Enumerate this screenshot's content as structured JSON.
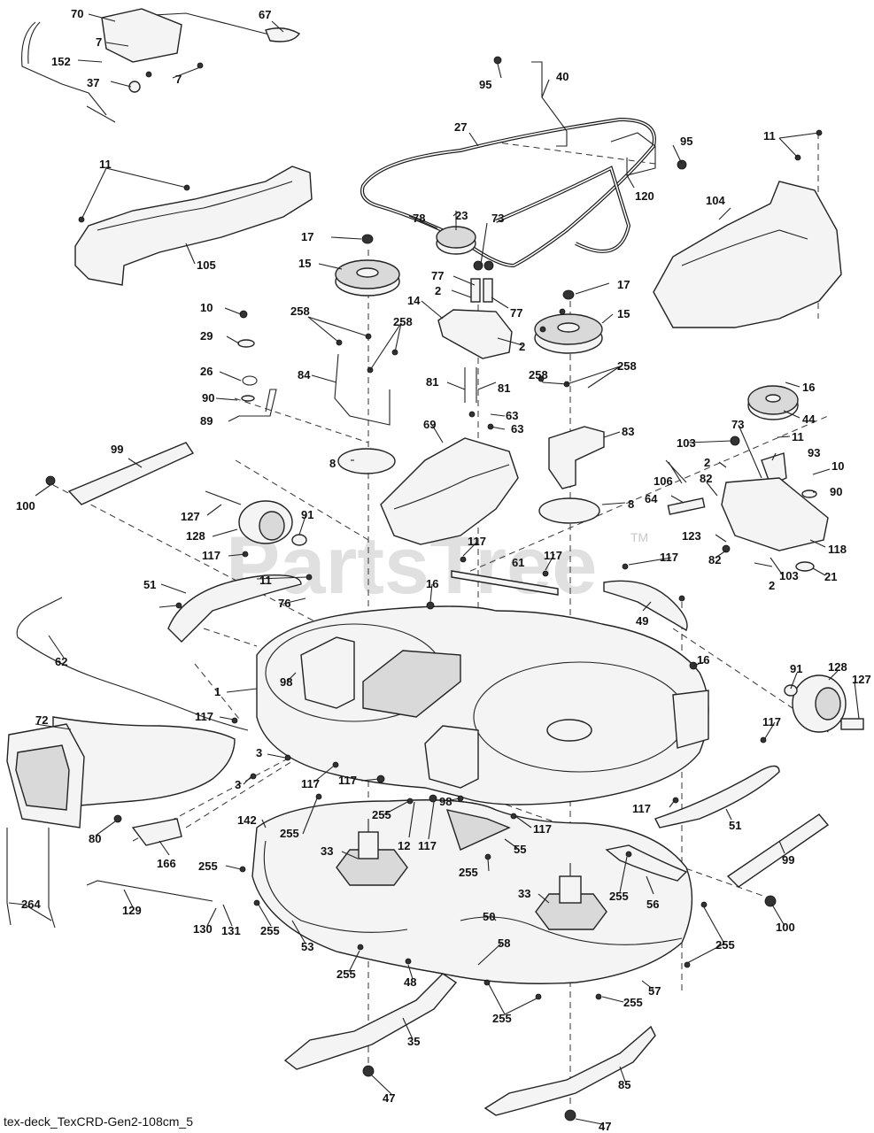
{
  "watermark": {
    "text": "PartsTree",
    "trademark": "TM"
  },
  "caption": "tex-deck_TexCRD-Gen2-108cm_5",
  "callouts": [
    {
      "id": "c70",
      "text": "70"
    },
    {
      "id": "c67",
      "text": "67"
    },
    {
      "id": "c7a",
      "text": "7"
    },
    {
      "id": "c152",
      "text": "152"
    },
    {
      "id": "c7b",
      "text": "7"
    },
    {
      "id": "c37",
      "text": "37"
    },
    {
      "id": "c95a",
      "text": "95"
    },
    {
      "id": "c40",
      "text": "40"
    },
    {
      "id": "c27",
      "text": "27"
    },
    {
      "id": "c95b",
      "text": "95"
    },
    {
      "id": "c11a",
      "text": "11"
    },
    {
      "id": "c11b",
      "text": "11"
    },
    {
      "id": "c120",
      "text": "120"
    },
    {
      "id": "c104",
      "text": "104"
    },
    {
      "id": "c23",
      "text": "23"
    },
    {
      "id": "c78",
      "text": "78"
    },
    {
      "id": "c73a",
      "text": "73"
    },
    {
      "id": "c105",
      "text": "105"
    },
    {
      "id": "c17a",
      "text": "17"
    },
    {
      "id": "c15a",
      "text": "15"
    },
    {
      "id": "c77a",
      "text": "77"
    },
    {
      "id": "c2a",
      "text": "2"
    },
    {
      "id": "c77b",
      "text": "77"
    },
    {
      "id": "c17b",
      "text": "17"
    },
    {
      "id": "c15b",
      "text": "15"
    },
    {
      "id": "c14",
      "text": "14"
    },
    {
      "id": "c2b",
      "text": "2"
    },
    {
      "id": "c10a",
      "text": "10"
    },
    {
      "id": "c258a",
      "text": "258"
    },
    {
      "id": "c258b",
      "text": "258"
    },
    {
      "id": "c29",
      "text": "29"
    },
    {
      "id": "c26",
      "text": "26"
    },
    {
      "id": "c84",
      "text": "84"
    },
    {
      "id": "c258c",
      "text": "258"
    },
    {
      "id": "c258d",
      "text": "258"
    },
    {
      "id": "c16a",
      "text": "16"
    },
    {
      "id": "c81a",
      "text": "81"
    },
    {
      "id": "c81b",
      "text": "81"
    },
    {
      "id": "c90a",
      "text": "90"
    },
    {
      "id": "c63a",
      "text": "63"
    },
    {
      "id": "c63b",
      "text": "63"
    },
    {
      "id": "c44",
      "text": "44"
    },
    {
      "id": "c83",
      "text": "83"
    },
    {
      "id": "c73b",
      "text": "73"
    },
    {
      "id": "c89",
      "text": "89"
    },
    {
      "id": "c69",
      "text": "69"
    },
    {
      "id": "c11c",
      "text": "11"
    },
    {
      "id": "c103a",
      "text": "103"
    },
    {
      "id": "c93",
      "text": "93"
    },
    {
      "id": "c99a",
      "text": "99"
    },
    {
      "id": "c8a",
      "text": "8"
    },
    {
      "id": "c2c",
      "text": "2"
    },
    {
      "id": "c10b",
      "text": "10"
    },
    {
      "id": "c106",
      "text": "106"
    },
    {
      "id": "c82a",
      "text": "82"
    },
    {
      "id": "c90b",
      "text": "90"
    },
    {
      "id": "c100a",
      "text": "100"
    },
    {
      "id": "c127a",
      "text": "127"
    },
    {
      "id": "c91a",
      "text": "91"
    },
    {
      "id": "c64",
      "text": "64"
    },
    {
      "id": "c8b",
      "text": "8"
    },
    {
      "id": "c128a",
      "text": "128"
    },
    {
      "id": "c123",
      "text": "123"
    },
    {
      "id": "c82b",
      "text": "82"
    },
    {
      "id": "c118",
      "text": "118"
    },
    {
      "id": "c117a",
      "text": "117"
    },
    {
      "id": "c117b",
      "text": "117"
    },
    {
      "id": "c61",
      "text": "61"
    },
    {
      "id": "c117c",
      "text": "117"
    },
    {
      "id": "c103b",
      "text": "103"
    },
    {
      "id": "c2d",
      "text": "2"
    },
    {
      "id": "c21",
      "text": "21"
    },
    {
      "id": "c51a",
      "text": "51"
    },
    {
      "id": "c11d",
      "text": "11"
    },
    {
      "id": "c16b",
      "text": "16"
    },
    {
      "id": "c117d",
      "text": "117"
    },
    {
      "id": "c76",
      "text": "76"
    },
    {
      "id": "c49",
      "text": "49"
    },
    {
      "id": "c62",
      "text": "62"
    },
    {
      "id": "c1",
      "text": "1"
    },
    {
      "id": "c98a",
      "text": "98"
    },
    {
      "id": "c16c",
      "text": "16"
    },
    {
      "id": "c91b",
      "text": "91"
    },
    {
      "id": "c128b",
      "text": "128"
    },
    {
      "id": "c72",
      "text": "72"
    },
    {
      "id": "c117e",
      "text": "117"
    },
    {
      "id": "c127b",
      "text": "127"
    },
    {
      "id": "c3a",
      "text": "3"
    },
    {
      "id": "c117f",
      "text": "117"
    },
    {
      "id": "c3b",
      "text": "3"
    },
    {
      "id": "c117g",
      "text": "117"
    },
    {
      "id": "c117h",
      "text": "117"
    },
    {
      "id": "c98b",
      "text": "98"
    },
    {
      "id": "c255a",
      "text": "255"
    },
    {
      "id": "c117i",
      "text": "117"
    },
    {
      "id": "c51b",
      "text": "51"
    },
    {
      "id": "c80",
      "text": "80"
    },
    {
      "id": "c142",
      "text": "142"
    },
    {
      "id": "c255b",
      "text": "255"
    },
    {
      "id": "c12",
      "text": "12"
    },
    {
      "id": "c117j",
      "text": "117"
    },
    {
      "id": "c117k",
      "text": "117"
    },
    {
      "id": "c33a",
      "text": "33"
    },
    {
      "id": "c55",
      "text": "55"
    },
    {
      "id": "c166",
      "text": "166"
    },
    {
      "id": "c255c",
      "text": "255"
    },
    {
      "id": "c255d",
      "text": "255"
    },
    {
      "id": "c99b",
      "text": "99"
    },
    {
      "id": "c255e",
      "text": "255"
    },
    {
      "id": "c56",
      "text": "56"
    },
    {
      "id": "c129",
      "text": "129"
    },
    {
      "id": "c33b",
      "text": "33"
    },
    {
      "id": "c264",
      "text": "264"
    },
    {
      "id": "c130",
      "text": "130"
    },
    {
      "id": "c131",
      "text": "131"
    },
    {
      "id": "c255f",
      "text": "255"
    },
    {
      "id": "c50",
      "text": "50"
    },
    {
      "id": "c100b",
      "text": "100"
    },
    {
      "id": "c53",
      "text": "53"
    },
    {
      "id": "c255g",
      "text": "255"
    },
    {
      "id": "c58",
      "text": "58"
    },
    {
      "id": "c255h",
      "text": "255"
    },
    {
      "id": "c48",
      "text": "48"
    },
    {
      "id": "c57",
      "text": "57"
    },
    {
      "id": "c255i",
      "text": "255"
    },
    {
      "id": "c255j",
      "text": "255"
    },
    {
      "id": "c35",
      "text": "35"
    },
    {
      "id": "c85",
      "text": "85"
    },
    {
      "id": "c47a",
      "text": "47"
    },
    {
      "id": "c47b",
      "text": "47"
    }
  ]
}
